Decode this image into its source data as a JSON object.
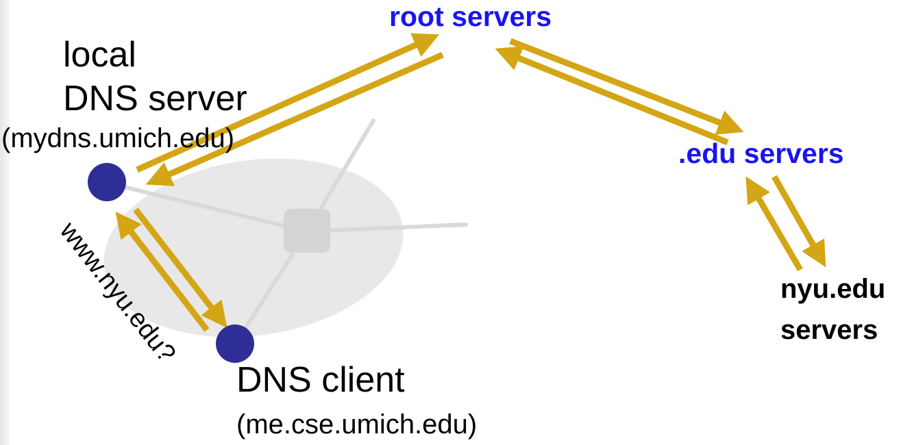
{
  "labels": {
    "root_servers": "root servers",
    "edu_servers": ".edu servers",
    "nyu_line1": "nyu.edu",
    "nyu_line2": "servers",
    "local_line1": "local",
    "local_line2": "DNS server",
    "local_host": "(mydns.umich.edu)",
    "client_name": "DNS client",
    "client_host": "(me.cse.umich.edu)",
    "query": "www.nyu.edu?"
  },
  "colors": {
    "arrow": "#d4a514",
    "node": "#2e2e96",
    "server_label": "#1a14f0",
    "network": "#d9d9d9",
    "network_blob": "#e8e8e8"
  },
  "icons": {
    "router": "router-icon",
    "host": "host-dot-icon"
  }
}
